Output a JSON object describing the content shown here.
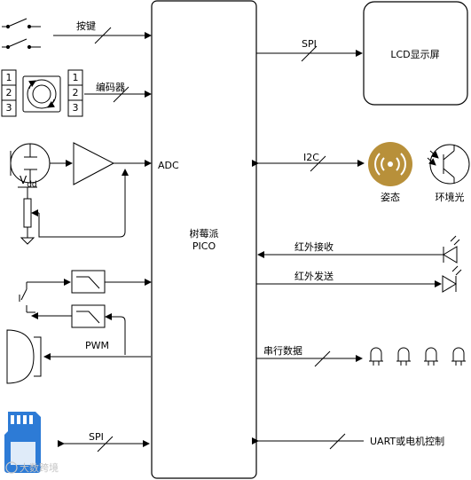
{
  "main_board": {
    "title_line1": "树莓派",
    "title_line2": "PICO"
  },
  "adc_label": "ADC",
  "inputs": {
    "keys_label": "按键",
    "encoder_label": "编码器",
    "encoder_pins_left": [
      "1",
      "2",
      "3"
    ],
    "encoder_pins_right": [
      "1",
      "2",
      "3"
    ],
    "vdd_label_main": "V",
    "vdd_label_sub": "dd",
    "pwm_label": "PWM",
    "sd_spi_label": "SPI"
  },
  "outputs": {
    "lcd_spi_label": "SPI",
    "lcd_title": "LCD显示屏",
    "i2c_label": "I2C",
    "gyro_label": "姿态",
    "light_label": "环境光",
    "ir_rx_label": "红外接收",
    "ir_tx_label": "红外发送",
    "serial_label": "串行数据",
    "uart_label": "UART或电机控制"
  },
  "watermark": "大数跨境",
  "colors": {
    "line": "#000000",
    "sd_card": "#2d7bd6",
    "gyro_outer": "#b8903a",
    "gyro_inner": "#ffffff"
  }
}
